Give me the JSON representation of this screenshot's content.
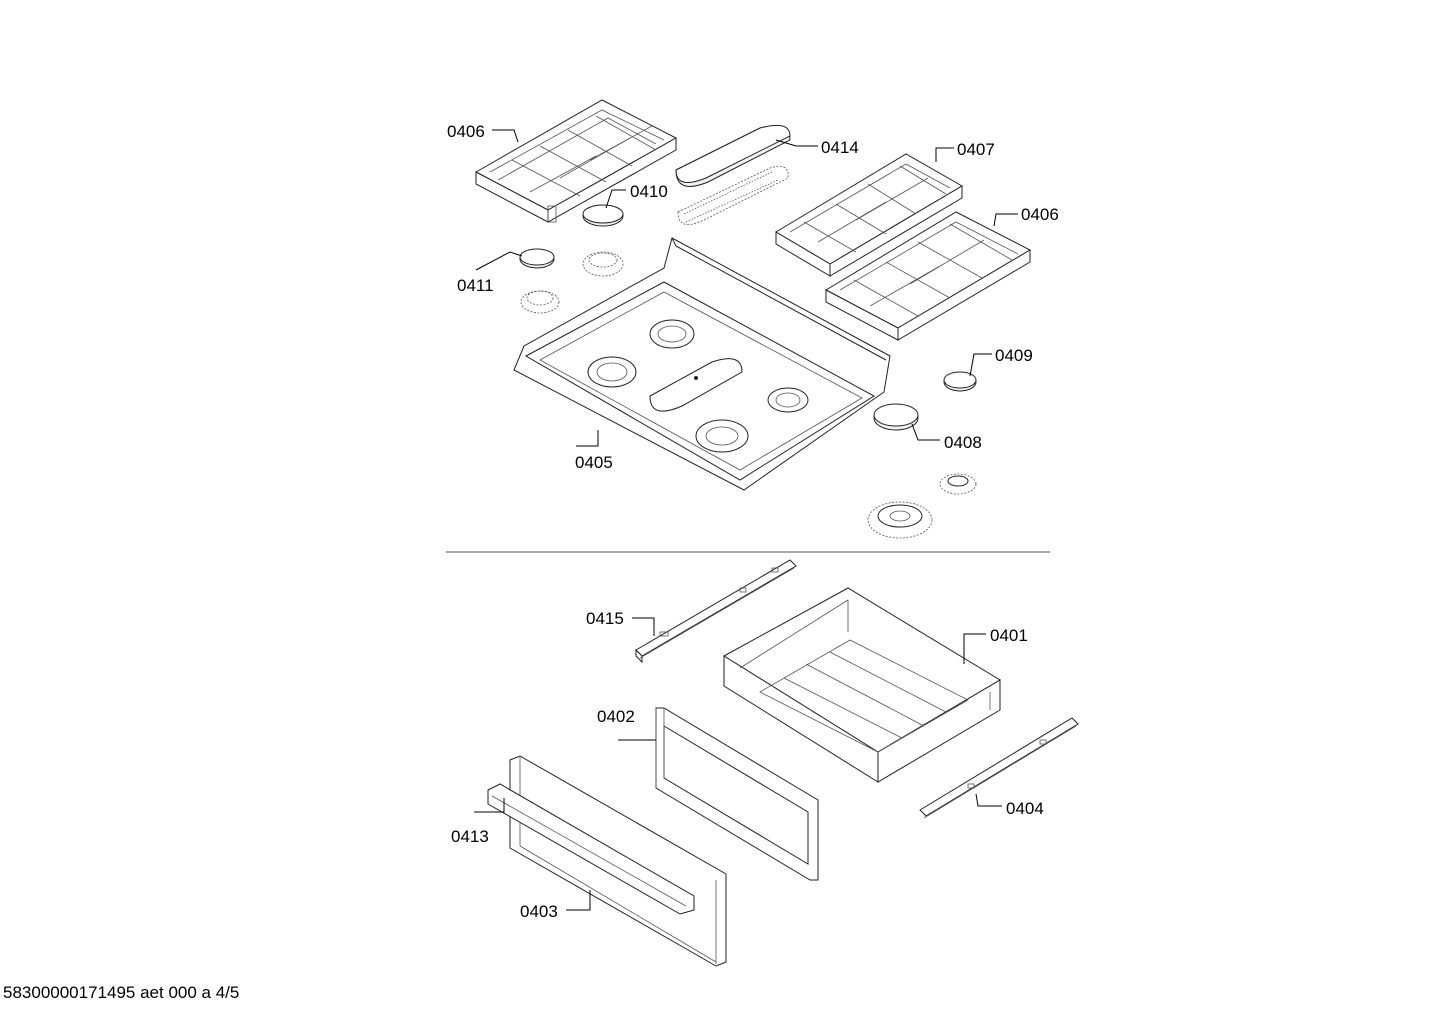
{
  "labels": {
    "l0406a": "0406",
    "l0414": "0414",
    "l0407": "0407",
    "l0410": "0410",
    "l0406b": "0406",
    "l0411": "0411",
    "l0409": "0409",
    "l0408": "0408",
    "l0405": "0405",
    "l0415": "0415",
    "l0401": "0401",
    "l0402": "0402",
    "l0413": "0413",
    "l0404": "0404",
    "l0403": "0403"
  },
  "footer": {
    "doc_id": "58300000171495 aet 000 a 4/5"
  }
}
